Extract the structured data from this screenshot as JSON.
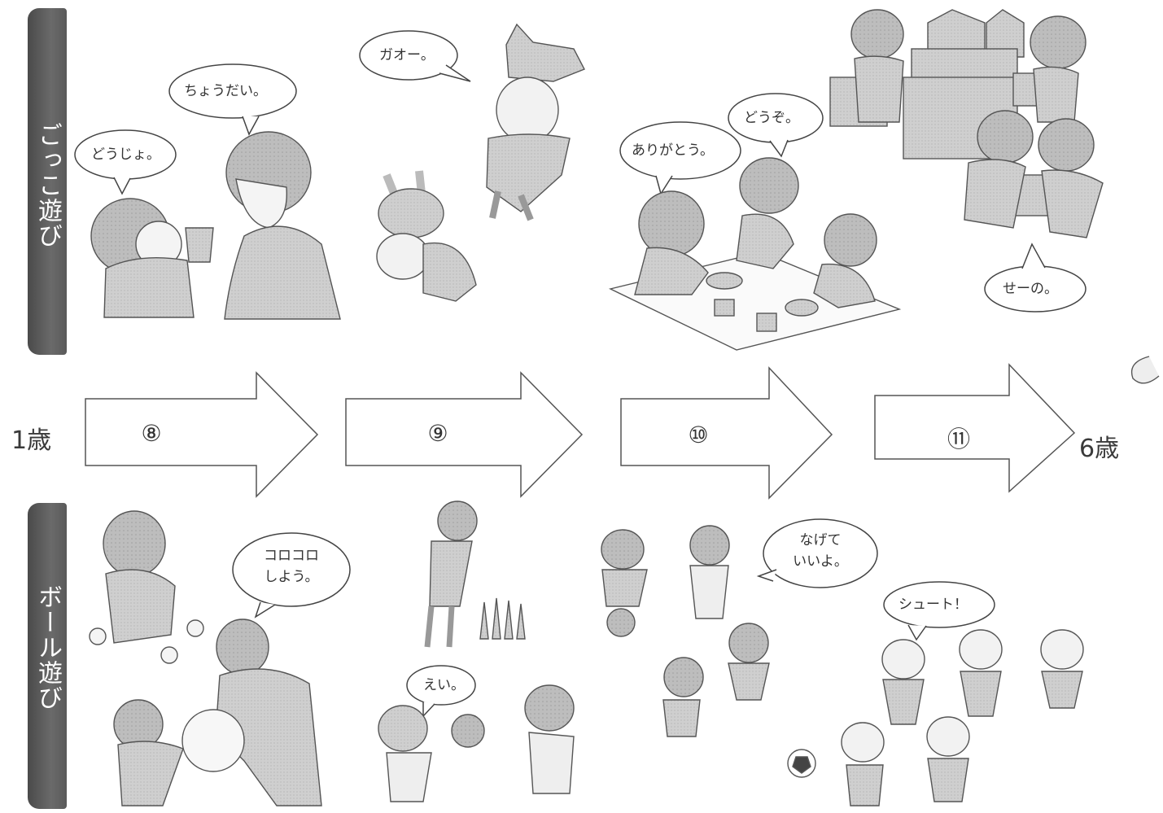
{
  "bands": {
    "pretend_play": "ごっこ遊び",
    "ball_play": "ボール遊び"
  },
  "ages": {
    "start": "1歳",
    "end": "6歳"
  },
  "arrows": [
    "⑧",
    "⑨",
    "⑩",
    "⑪"
  ],
  "speech": {
    "doujo": "どうじょ。",
    "choudai": "ちょうだい。",
    "gaoo": "ガオー。",
    "douzo": "どうぞ。",
    "arigatou": "ありがとう。",
    "seeno": "せーの。",
    "korokoro_line1": "コロコロ",
    "korokoro_line2": "しよう。",
    "ei": "えい。",
    "nagete_line1": "なげて",
    "nagete_line2": "いいよ。",
    "shuuto": "シュート！"
  },
  "colors": {
    "band": "#555555",
    "ink": "#333333"
  }
}
